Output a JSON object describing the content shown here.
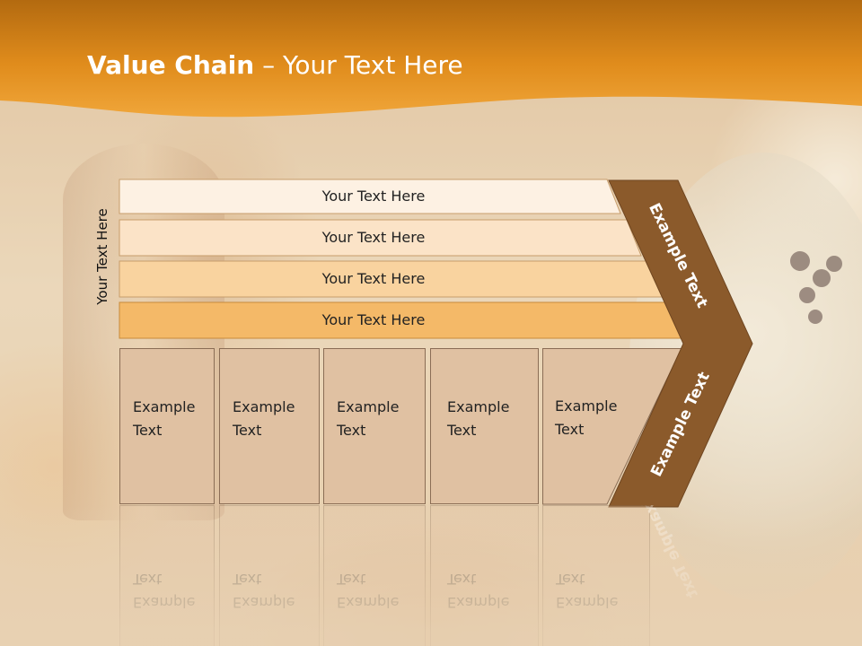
{
  "title": {
    "strong": "Value Chain",
    "rest": " – Your Text Here"
  },
  "side_label": "Your Text Here",
  "bars": [
    {
      "label": "Your Text Here",
      "fill": "#fdf1e3"
    },
    {
      "label": "Your Text Here",
      "fill": "#fbe3c7"
    },
    {
      "label": "Your Text Here",
      "fill": "#f9d39f"
    },
    {
      "label": "Your Text Here",
      "fill": "#f4b968"
    }
  ],
  "boxes": [
    {
      "line1": "Example",
      "line2": "Text"
    },
    {
      "line1": "Example",
      "line2": "Text"
    },
    {
      "line1": "Example",
      "line2": "Text"
    },
    {
      "line1": "Example",
      "line2": "Text"
    },
    {
      "line1": "Example",
      "line2": "Text"
    }
  ],
  "chevron": {
    "upper": "Example Text",
    "lower": "Example Text"
  },
  "colors": {
    "header_orange": "#e8931e",
    "header_dark": "#b36a10",
    "chevron_brown": "#8b5a2b",
    "box_fill": "#e0c1a2",
    "box_border": "#8a6d55"
  }
}
